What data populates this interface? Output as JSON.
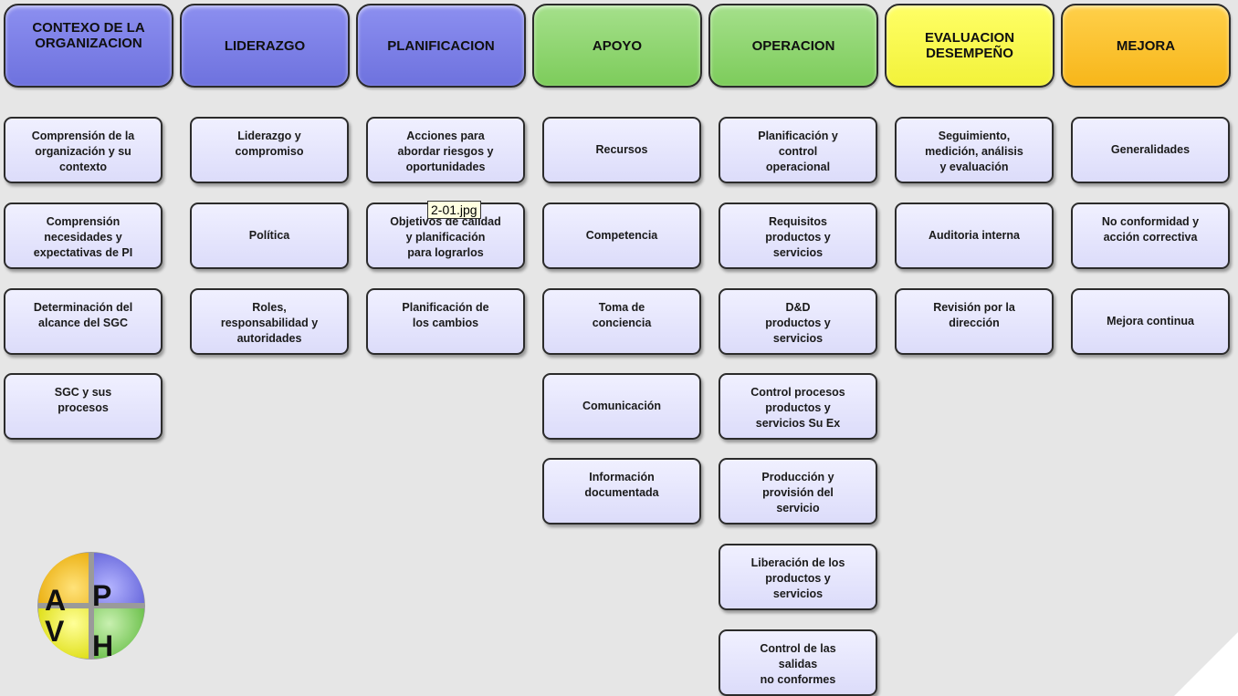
{
  "headers": [
    {
      "label": "CONTEXO DE LA\nORGANIZACION",
      "color": "#7b7fe8"
    },
    {
      "label": "LIDERAZGO",
      "color": "#7b7fe8"
    },
    {
      "label": "PLANIFICACION",
      "color": "#7b7fe8"
    },
    {
      "label": "APOYO",
      "color": "#8fd46f"
    },
    {
      "label": "OPERACION",
      "color": "#8fd46f"
    },
    {
      "label": "EVALUACION\nDESEMPEÑO",
      "color": "#ffff4d"
    },
    {
      "label": "MEJORA",
      "color": "#fbc02d"
    }
  ],
  "columns": [
    [
      "Comprensión de la\norganización y su\ncontexto",
      "Comprensión\nnecesidades y\nexpectativas de  PI",
      "Determinación del\nalcance del SGC",
      "SGC y sus\nprocesos"
    ],
    [
      "Liderazgo y\ncompromiso",
      "Política",
      "Roles,\nresponsabilidad y\nautoridades"
    ],
    [
      "Acciones para\nabordar riesgos y\noportunidades",
      "Objetivos de calidad\ny planificación\npara lograrlos",
      "Planificación de\nlos cambios"
    ],
    [
      "Recursos",
      "Competencia",
      "Toma de\nconciencia",
      "Comunicación",
      "Información\ndocumentada"
    ],
    [
      "Planificación y\ncontrol\noperacional",
      "Requisitos\nproductos y\nservicios",
      "D&D\nproductos y\nservicios",
      "Control procesos\nproductos y\nservicios  Su Ex",
      "Producción y\nprovisión del\nservicio",
      "Liberación de los\nproductos y\nservicios",
      "Control de las\nsalidas\nno conformes"
    ],
    [
      "Seguimiento,\nmedición, análisis\ny evaluación",
      "Auditoria interna",
      "Revisión por la\ndirección"
    ],
    [
      "Generalidades",
      "No conformidad y\nacción correctiva",
      "Mejora  continua"
    ]
  ],
  "tooltip": "2-01.jpg",
  "cycle": {
    "a": "A",
    "p": "P",
    "v": "V",
    "h": "H",
    "colors": {
      "a": "#f5c21c",
      "p": "#7f7fe6",
      "v": "#f2f23a",
      "h": "#8fd46f"
    }
  }
}
